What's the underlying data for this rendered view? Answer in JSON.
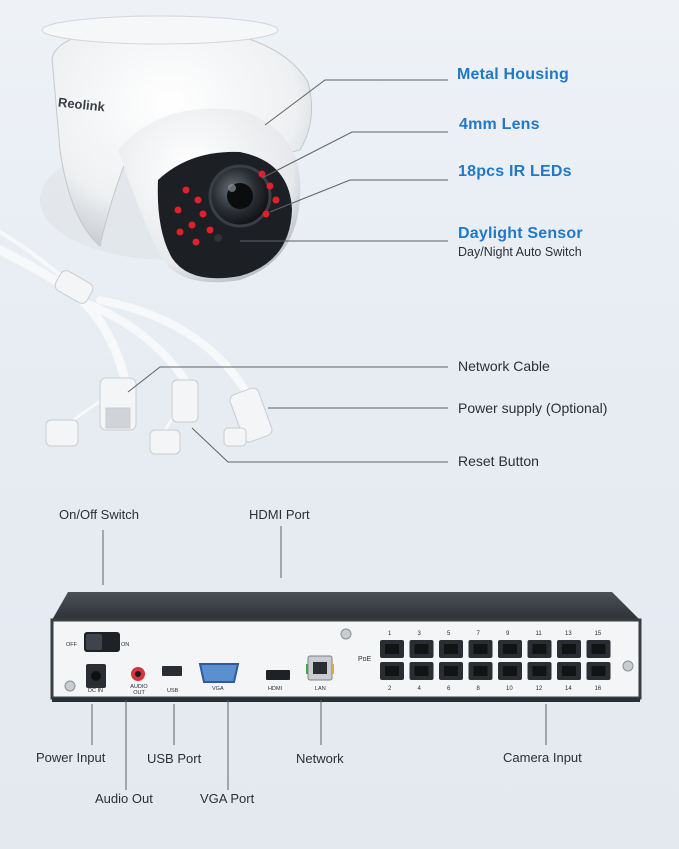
{
  "camera": {
    "brand": "Reolink",
    "features": [
      {
        "label": "Metal Housing"
      },
      {
        "label": "4mm Lens"
      },
      {
        "label": "18pcs IR LEDs"
      },
      {
        "label": "Daylight Sensor",
        "sublabel": "Day/Night Auto Switch"
      }
    ],
    "cable_labels": [
      "Network Cable",
      "Power supply (Optional)",
      "Reset Button"
    ]
  },
  "nvr": {
    "top_labels": [
      "On/Off Switch",
      "HDMI Port"
    ],
    "bottom_labels": [
      "Power Input",
      "Audio Out",
      "USB Port",
      "VGA Port",
      "Network",
      "Camera Input"
    ],
    "panel": {
      "switch_off": "OFF",
      "switch_on": "ON",
      "dc_in": "DC IN",
      "audio_out": "AUDIO OUT",
      "usb": "USB",
      "vga": "VGA",
      "hdmi": "HDMI",
      "lan": "LAN",
      "poe": "PoE",
      "port_numbers_top": [
        "1",
        "3",
        "5",
        "7",
        "9",
        "11",
        "13",
        "15"
      ],
      "port_numbers_bottom": [
        "2",
        "4",
        "6",
        "8",
        "10",
        "12",
        "14",
        "16"
      ]
    }
  },
  "colors": {
    "accent": "#1f79c8",
    "ir_led": "#e0202a",
    "nvr_body": "#3a3e44",
    "panel": "#f4f5f6"
  }
}
